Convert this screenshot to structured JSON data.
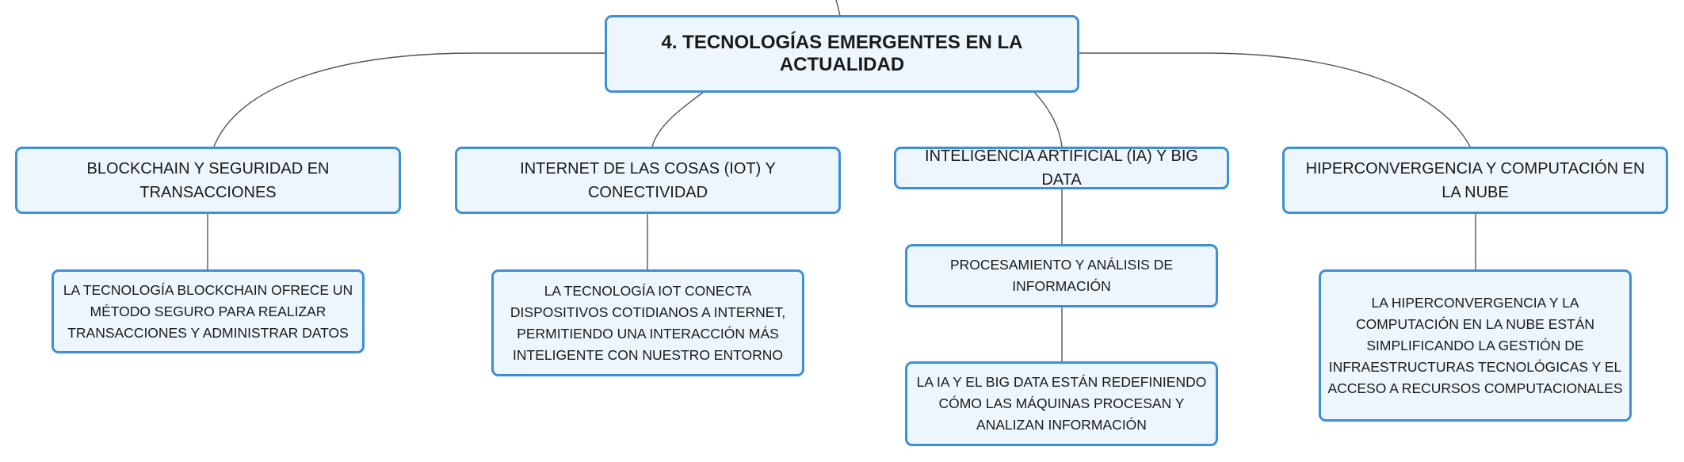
{
  "root": {
    "label": "4. TECNOLOGÍAS EMERGENTES EN LA ACTUALIDAD"
  },
  "topics": [
    {
      "label": "BLOCKCHAIN Y SEGURIDAD EN TRANSACCIONES",
      "children": [
        {
          "label": "LA TECNOLOGÍA BLOCKCHAIN OFRECE UN MÉTODO SEGURO PARA REALIZAR TRANSACCIONES Y ADMINISTRAR DATOS"
        }
      ]
    },
    {
      "label": "INTERNET DE LAS COSAS (IOT) Y CONECTIVIDAD",
      "children": [
        {
          "label": "LA TECNOLOGÍA IOT CONECTA DISPOSITIVOS COTIDIANOS A INTERNET, PERMITIENDO UNA INTERACCIÓN MÁS INTELIGENTE CON NUESTRO ENTORNO"
        }
      ]
    },
    {
      "label": "INTELIGENCIA ARTIFICIAL (IA) Y BIG DATA",
      "children": [
        {
          "label": "PROCESAMIENTO Y ANÁLISIS DE INFORMACIÓN"
        },
        {
          "label": "LA IA Y EL BIG DATA ESTÁN REDEFINIENDO CÓMO LAS MÁQUINAS PROCESAN Y ANALIZAN INFORMACIÓN"
        }
      ]
    },
    {
      "label": "HIPERCONVERGENCIA Y COMPUTACIÓN EN LA NUBE",
      "children": [
        {
          "label": "LA HIPERCONVERGENCIA Y LA COMPUTACIÓN EN LA NUBE ESTÁN SIMPLIFICANDO LA GESTIÓN DE INFRAESTRUCTURAS TECNOLÓGICAS Y EL ACCESO A RECURSOS COMPUTACIONALES"
        }
      ]
    }
  ],
  "colors": {
    "border": "#3d8fd6",
    "fill": "#edf6fd",
    "connector": "#555555"
  }
}
